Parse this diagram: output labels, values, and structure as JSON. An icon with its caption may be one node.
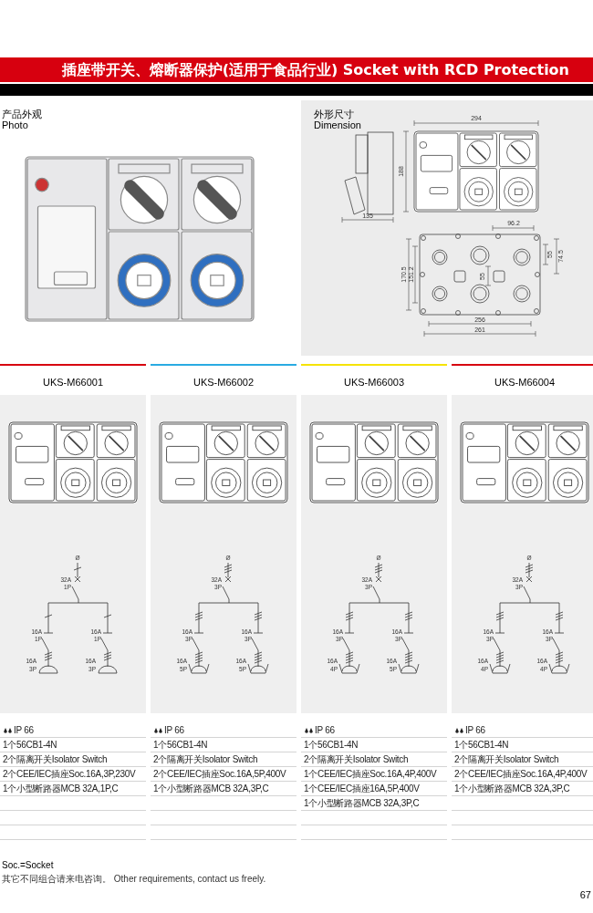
{
  "diagram": {
    "title": "插座带开关、熔断器保护(适用于食品行业) Socket with RCD Protection",
    "labels": [
      "产品外观",
      "Photo",
      "外形尺寸",
      "Dimension",
      "294",
      "188",
      "135",
      "96.2",
      "74.5",
      "55",
      "170.5",
      "151.2",
      "55",
      "256",
      "261",
      "UKS-M66001",
      "UKS-M66002",
      "UKS-M66003",
      "UKS-M66004",
      "Ø",
      "32A",
      "1P",
      "16A",
      "1P",
      "16A",
      "1P",
      "16A",
      "3P",
      "16A",
      "3P",
      "Ø",
      "32A",
      "3P",
      "16A",
      "3P",
      "16A",
      "3P",
      "16A",
      "5P",
      "16A",
      "5P",
      "Ø",
      "32A",
      "3P",
      "16A",
      "3P",
      "16A",
      "3P",
      "16A",
      "4P",
      "16A",
      "5P",
      "Ø",
      "32A",
      "3P",
      "16A",
      "3P",
      "16A",
      "3P",
      "16A",
      "4P",
      "16A",
      "4P",
      "IP 66",
      "1个56CB1-4N",
      "2个隔离开关Isolator Switch",
      "2个CEE/IEC插座Soc.16A,3P,230V",
      "1个小型断路器MCB 32A,1P,C",
      "IP 66",
      "1个56CB1-4N",
      "2个隔离开关Isolator Switch",
      "2个CEE/IEC插座Soc.16A,5P,400V",
      "1个小型断路器MCB 32A,3P,C",
      "IP 66",
      "1个56CB1-4N",
      "2个隔离开关Isolator Switch",
      "1个CEE/IEC插座Soc.16A,4P,400V",
      "1个CEE/IEC插座16A,5P,400V",
      "1个小型断路器MCB 32A,3P,C",
      "IP 66",
      "1个56CB1-4N",
      "2个隔离开关Isolator Switch",
      "2个CEE/IEC插座Soc.16A,4P,400V",
      "1个小型断路器MCB 32A,3P,C",
      "Soc.=Socket",
      "其它不同组合请来电咨询。 Other requirements, contact us freely.",
      "67"
    ]
  }
}
